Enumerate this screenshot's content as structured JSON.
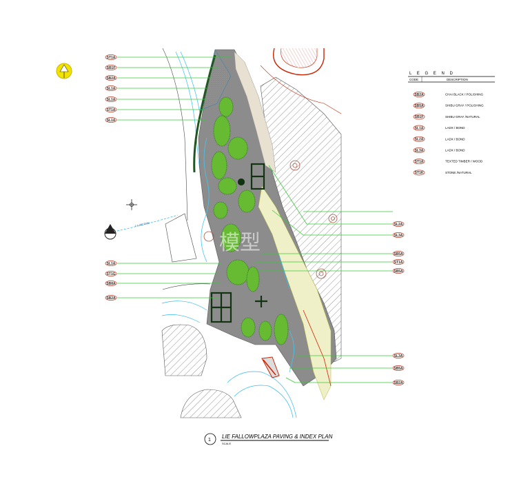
{
  "left_tags": [
    {
      "code": "ST1A"
    },
    {
      "code": "SB1F"
    },
    {
      "code": "SB2A"
    },
    {
      "code": "SL1A"
    },
    {
      "code": "SL1A"
    },
    {
      "code": "ST1A"
    },
    {
      "code": "SL1A"
    },
    {
      "code": "SL1A"
    },
    {
      "code": "ST1G"
    },
    {
      "code": "SB8A"
    },
    {
      "code": "SB2A"
    }
  ],
  "right_tags": [
    {
      "code": "SL2A"
    },
    {
      "code": "SL3A"
    },
    {
      "code": "SB5A"
    },
    {
      "code": "ST1A"
    },
    {
      "code": "SB5A"
    },
    {
      "code": "SL3A"
    },
    {
      "code": "SB5A"
    },
    {
      "code": "SB2A"
    }
  ],
  "legend": {
    "heading": "L E G E N D",
    "col_code": "CODE",
    "col_desc": "DESCRIPTION",
    "rows": [
      {
        "code": "SB2A",
        "desc": "CHAI BLACK / POLISHING"
      },
      {
        "code": "SB5A",
        "desc": "SHIBU GRAY / POLISHING"
      },
      {
        "code": "SB1F",
        "desc": "SHIBU GRAY /NATURAL"
      },
      {
        "code": "SL1A",
        "desc": "LADX / BOND"
      },
      {
        "code": "SL2A",
        "desc": "LADX / BOND"
      },
      {
        "code": "SL3A",
        "desc": "LADX / BOND"
      },
      {
        "code": "ST1A",
        "desc": "TEXTED TIMBER / WOOD"
      },
      {
        "code": "ST1K",
        "desc": "STONE /NATURAL"
      }
    ]
  },
  "drawing_title": {
    "number": "1",
    "text": "LIE FALLOWPLAZA PAVING & INDEX PLAN",
    "scale": "SCALE"
  },
  "watermark": "模型",
  "section_label": "1-1 SECTION",
  "colors": {
    "leader": "#33cc33",
    "paving": "#8c8c8c",
    "planting": "#66bb33",
    "hatch": "#777777",
    "road": "#cc2200",
    "water": "#33bbee",
    "north_arrow": "#f2e200"
  }
}
